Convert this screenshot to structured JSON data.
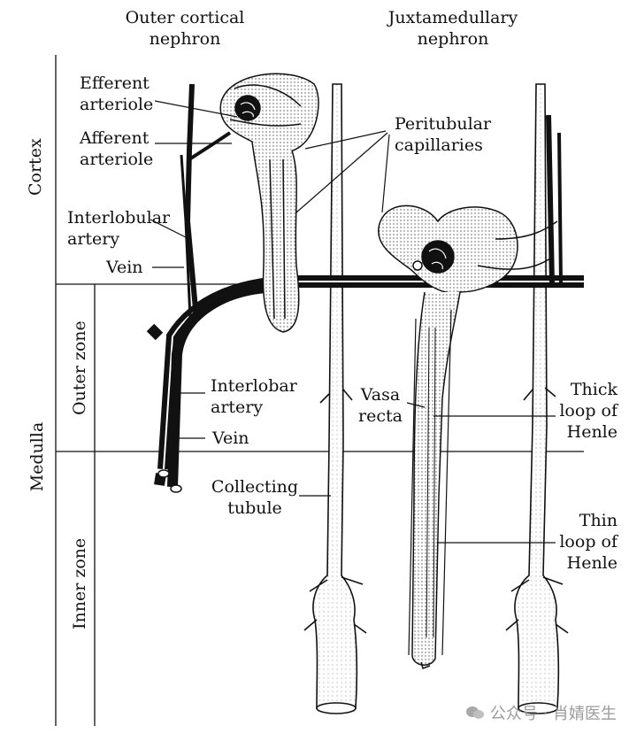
{
  "labels": {
    "outer_cortical": "Outer cortical\nnephron",
    "juxtamedullary": "Juxtamedullary\nnephron",
    "efferent": "Efferent\narteriole",
    "afferent": "Afferent\narteriole",
    "peritubular": "Peritubular\ncapillaries",
    "interlobular": "Interlobular\nartery",
    "vein_top": "Vein",
    "interlobar": "Interlobar\nartery",
    "vein_bottom": "Vein",
    "vasa_recta": "Vasa\nrecta",
    "thick_loop": "Thick\nloop of\nHenle",
    "collecting": "Collecting\ntubule",
    "thin_loop": "Thin\nloop of\nHenle"
  },
  "regions": {
    "cortex": "Cortex",
    "medulla": "Medulla",
    "outer_zone": "Outer zone",
    "inner_zone": "Inner zone"
  },
  "watermark": "公众号 · 肖婧医生"
}
